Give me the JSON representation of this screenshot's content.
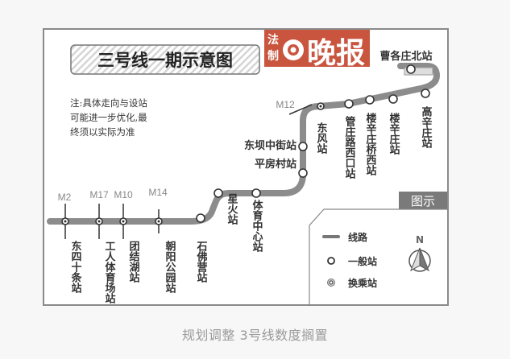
{
  "map": {
    "title": "三号线一期示意图",
    "logo": {
      "small": "法制",
      "big": "晚报",
      "color": "#c9553f"
    },
    "note": [
      "注:具体走向与设站",
      "可能进一步优化,最",
      "终须以实际为准"
    ],
    "stations": [
      {
        "name": "东四十条站",
        "transfer": "M2"
      },
      {
        "name": "工人体育场站",
        "transfer": "M17"
      },
      {
        "name": "团结湖站",
        "transfer": "M10"
      },
      {
        "name": "朝阳公园站",
        "transfer": "M14"
      },
      {
        "name": "石佛营站",
        "transfer": ""
      },
      {
        "name": "星火站",
        "transfer": ""
      },
      {
        "name": "体育中心站",
        "transfer": ""
      },
      {
        "name": "平房村站",
        "transfer": ""
      },
      {
        "name": "东坝中街站",
        "transfer": ""
      },
      {
        "name": "东风站",
        "transfer": "M12"
      },
      {
        "name": "管庄路西口站",
        "transfer": ""
      },
      {
        "name": "楼辛庄桥西站",
        "transfer": ""
      },
      {
        "name": "楼辛庄站",
        "transfer": ""
      },
      {
        "name": "高辛庄站",
        "transfer": ""
      },
      {
        "name": "曹各庄北站",
        "transfer": ""
      }
    ],
    "legend": {
      "title": "图示",
      "items": [
        {
          "icon": "line-icon",
          "label": "线路"
        },
        {
          "icon": "station-icon",
          "label": "一般站"
        },
        {
          "icon": "transfer-station-icon",
          "label": "换乘站"
        }
      ],
      "north": "N"
    },
    "line_color": "#8c8c8c"
  },
  "caption": "规划调整 3号线数度搁置"
}
